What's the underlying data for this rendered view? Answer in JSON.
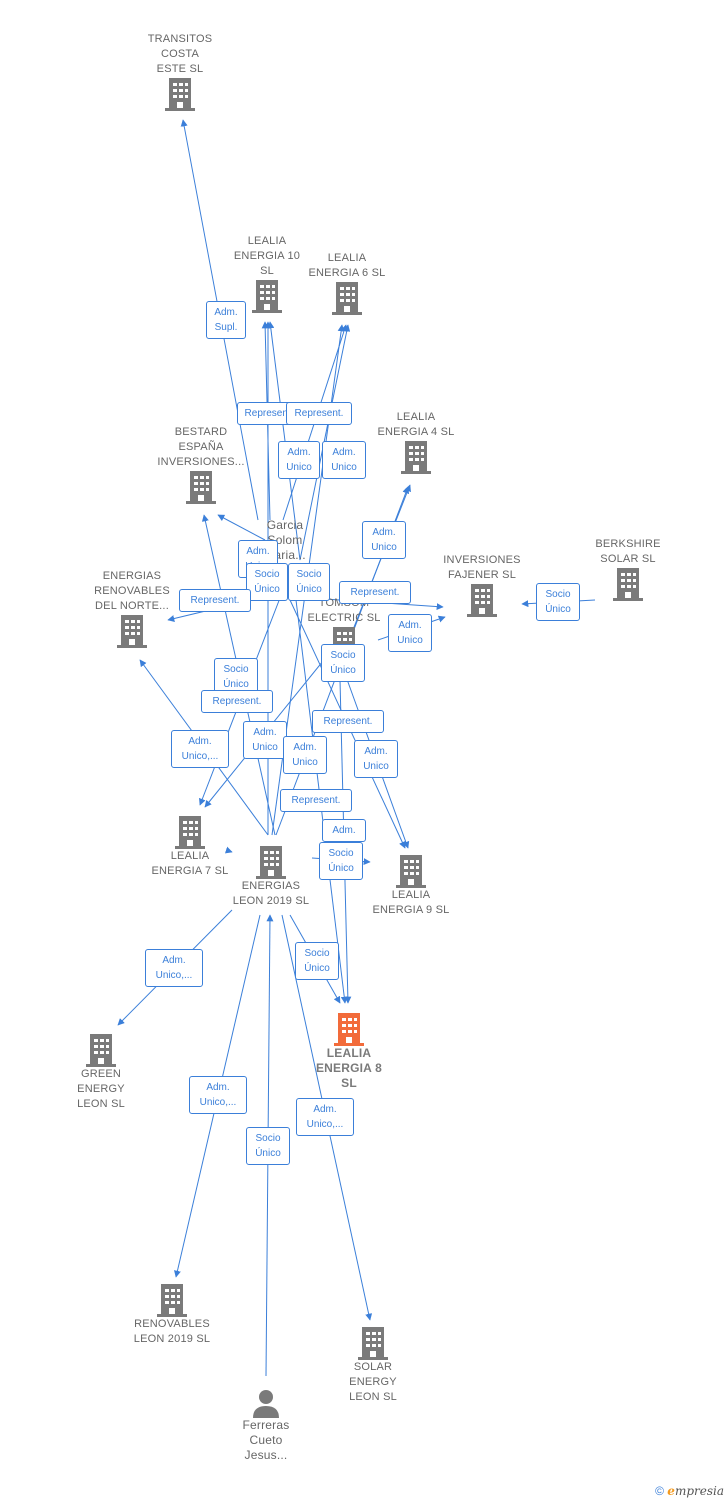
{
  "nodes": {
    "transitos": {
      "label": "TRANSITOS\nCOSTA\nESTE SL"
    },
    "lealia10": {
      "label": "LEALIA\nENERGIA 10\nSL"
    },
    "lealia6": {
      "label": "LEALIA\nENERGIA 6  SL"
    },
    "lealia4": {
      "label": "LEALIA\nENERGIA 4  SL"
    },
    "bestard": {
      "label": "BESTARD\nESPAÑA\nINVERSIONES..."
    },
    "garcia": {
      "label": "Garcia\nSolom\nMaria..."
    },
    "inversiones": {
      "label": "INVERSIONES\nFAJENER  SL"
    },
    "berkshire": {
      "label": "BERKSHIRE\nSOLAR  SL"
    },
    "renovables_norte": {
      "label": "ENERGIAS\nRENOVABLES\nDEL NORTE..."
    },
    "tomsom": {
      "label": "TOMSOM\nELECTRIC  SL"
    },
    "lealia7": {
      "label": "LEALIA\nENERGIA 7  SL"
    },
    "leon2019": {
      "label": "ENERGIAS\nLEON 2019  SL"
    },
    "lealia9": {
      "label": "LEALIA\nENERGIA 9  SL"
    },
    "lealia8": {
      "label": "LEALIA\nENERGIA 8\nSL"
    },
    "green": {
      "label": "GREEN\nENERGY\nLEON  SL"
    },
    "renovables2019": {
      "label": "RENOVABLES\nLEON 2019  SL"
    },
    "solar_leon": {
      "label": "SOLAR\nENERGY\nLEON  SL"
    },
    "ferreras": {
      "label": "Ferreras\nCueto\nJesus..."
    }
  },
  "relations": [
    "Adm.\nSupl.",
    "Represent.",
    "Represent.",
    "Adm.\nUnico",
    "Adm.\nUnico",
    "Adm.\nUnico",
    "Adm.\nUnico",
    "Socio\nÚnico",
    "Socio\nÚnico",
    "Represent.",
    "Represent.",
    "Socio\nÚnico",
    "Adm.\nUnico",
    "Socio\nÚnico",
    "Socio\nÚnico",
    "Represent.",
    "Represent.",
    "Adm.\nUnico,...",
    "Adm.\nUnico",
    "Adm.\nUnico",
    "Adm.\nUnico",
    "Represent.",
    "Adm.",
    "Socio\nÚnico",
    "Adm.\nUnico,...",
    "Socio\nÚnico",
    "Adm.\nUnico,...",
    "Socio\nÚnico",
    "Adm.\nUnico,..."
  ],
  "footer": {
    "copyright": "©",
    "brand_first": "e",
    "brand_rest": "mpresia"
  },
  "colors": {
    "edge": "#3b7fd9",
    "building": "#7a7a7a",
    "focus": "#f26b3a"
  }
}
